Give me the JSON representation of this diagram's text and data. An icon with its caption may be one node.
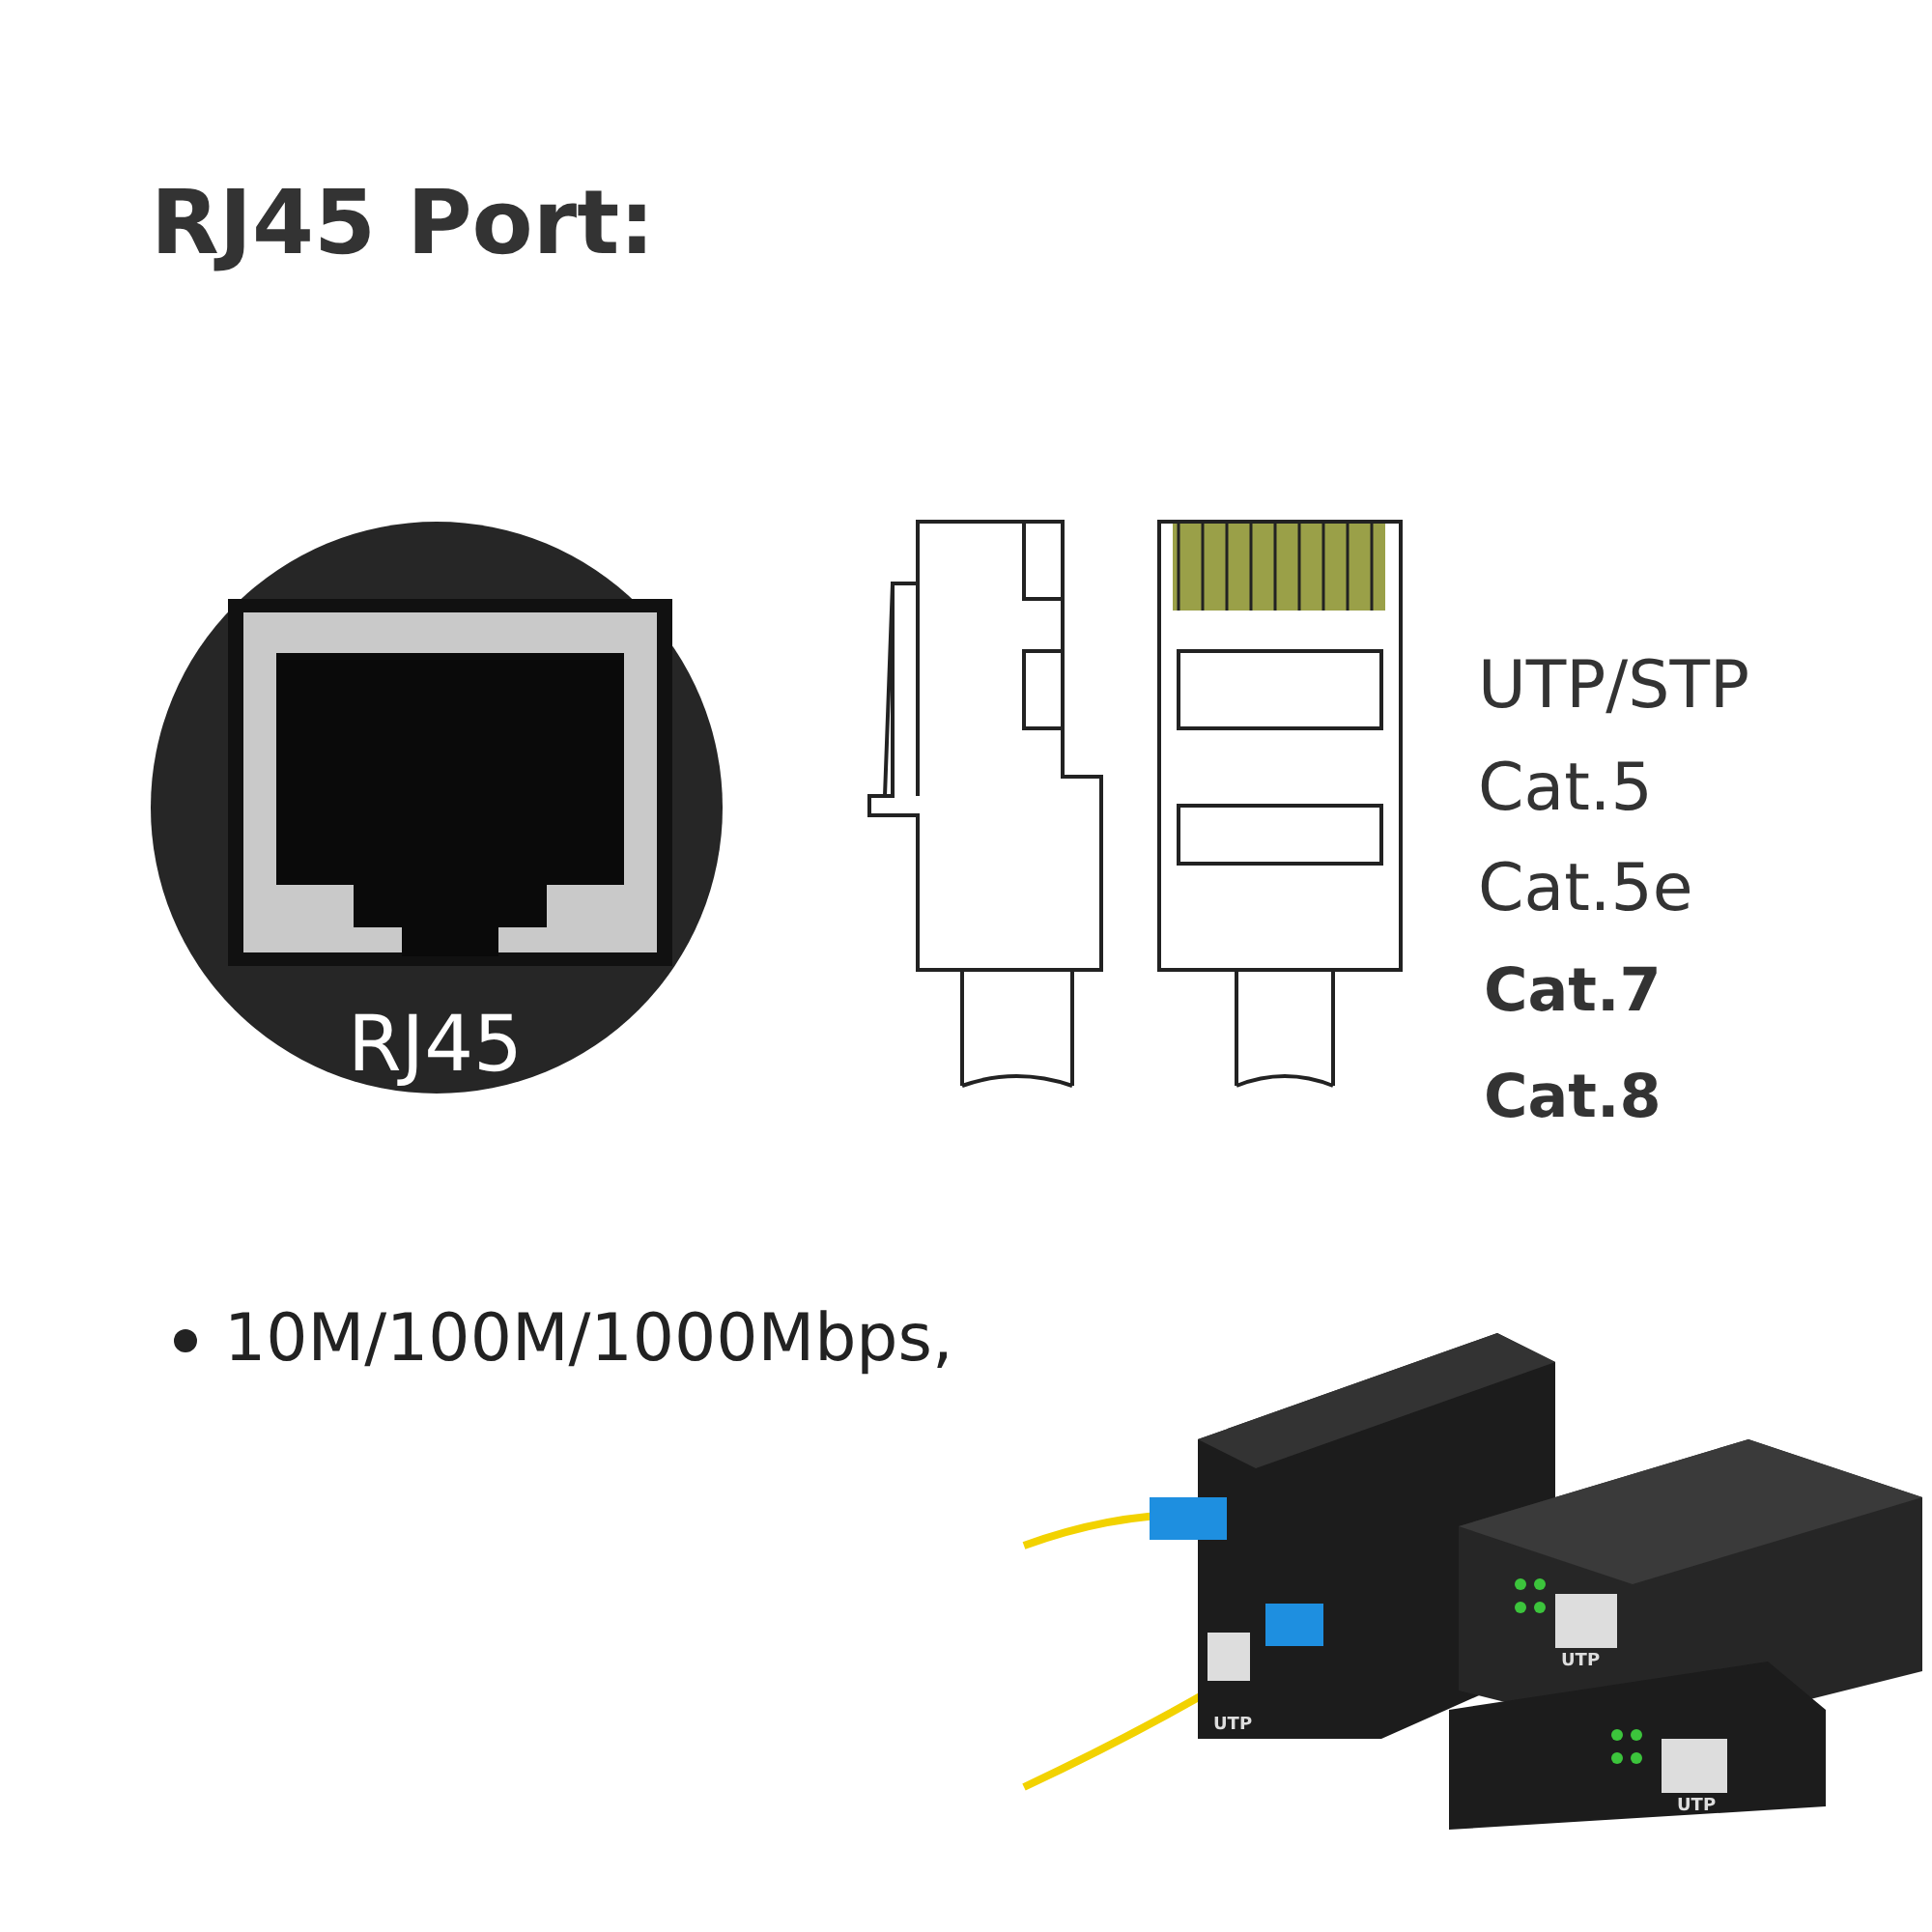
{
  "diagram": {
    "title": "RJ45 Port:",
    "labels": [
      "RJ45",
      "UTP/STP",
      "Cat.5",
      "Cat.5e",
      "Cat.7",
      "Cat.8",
      "10M/100M/1000Mbps,",
      "UTP",
      "UTP",
      "UTP"
    ]
  }
}
